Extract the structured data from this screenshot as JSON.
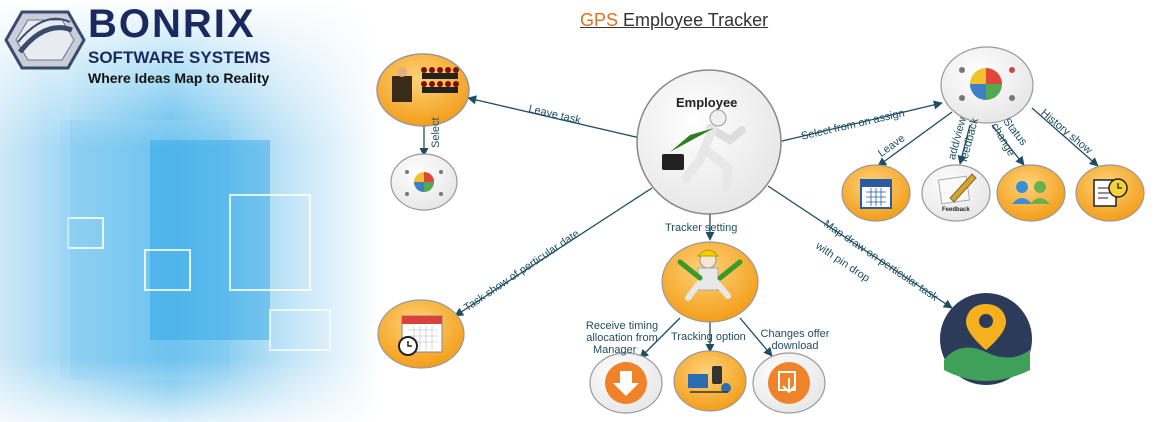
{
  "brand": {
    "name": "BONRIX",
    "subtitle": "SOFTWARE SYSTEMS",
    "tagline": "Where Ideas Map to Reality"
  },
  "title": {
    "prefix_g": "G",
    "prefix_ps": "PS",
    "rest": " Employee Tracker"
  },
  "center": {
    "label": "Employee"
  },
  "edges": {
    "leave_task": "Leave task",
    "select": "Select",
    "select_from_assign": "Select from on assign",
    "leave": "Leave",
    "add_view_feedback_1": "add/view",
    "add_view_feedback_2": "feedback",
    "status_change_1": "Status",
    "status_change_2": "change",
    "history_show": "History show",
    "tracker_setting": "Tracker setting",
    "task_show_date": "Task show of perticular date",
    "map_draw_1": "Map draw on perticular task",
    "map_draw_2": "with pin drop",
    "receive_timing_1": "Receive timing",
    "receive_timing_2": "allocation from",
    "receive_timing_3": "Manager",
    "tracking_option": "Tracking option",
    "changes_offer_1": "Changes offer",
    "changes_offer_2": "download"
  },
  "feedback_icon_text": "Feedback",
  "colors": {
    "node_orange": "#f5a623",
    "node_edge": "#8a8a8a",
    "edge_line": "#1f4e62",
    "title_accent": "#e07020",
    "brand_navy": "#1a2a5e",
    "bg_blue": "#4fb3ea"
  }
}
